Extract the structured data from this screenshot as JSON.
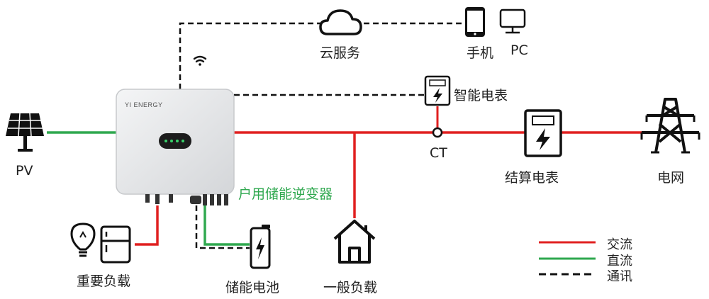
{
  "brand": "YI ENERGY",
  "labels": {
    "pv": "PV",
    "cloud": "云服务",
    "phone": "手机",
    "pc": "PC",
    "smart_meter": "智能电表",
    "ct": "CT",
    "settle_meter": "结算电表",
    "grid": "电网",
    "inverter": "户用储能逆变器",
    "important_load": "重要负载",
    "battery": "储能电池",
    "general_load": "一般负载"
  },
  "legend": [
    {
      "label": "交流",
      "color": "#e02020",
      "style": "solid"
    },
    {
      "label": "直流",
      "color": "#2fa84f",
      "style": "solid"
    },
    {
      "label": "通讯",
      "color": "#111111",
      "style": "dashed"
    }
  ],
  "colors": {
    "ac": "#e02020",
    "dc": "#2fa84f",
    "comm": "#111111",
    "inverter_body": "#e6e7e9"
  }
}
